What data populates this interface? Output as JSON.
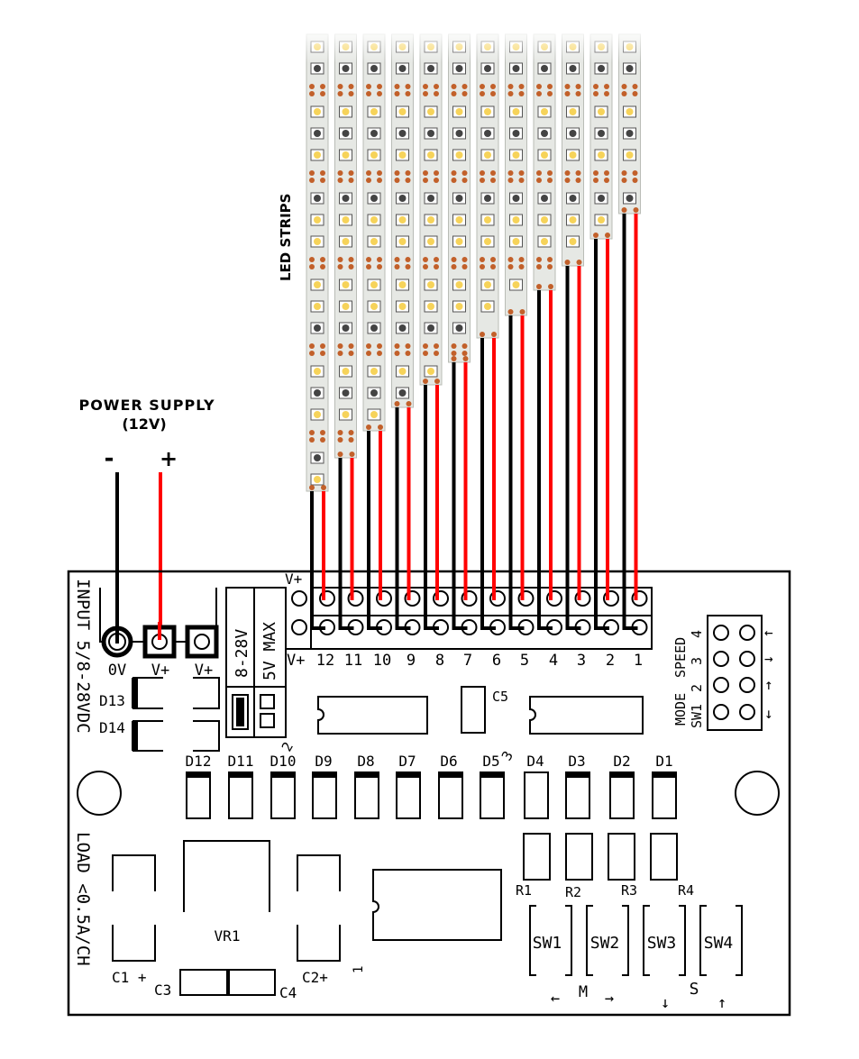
{
  "title_labels": {
    "led_strips": "LED STRIPS",
    "power_supply": "POWER SUPPLY",
    "power_supply_voltage": "(12V)",
    "negative": "-",
    "positive": "+"
  },
  "board": {
    "input_label": "INPUT 5/8-28VDC",
    "load_label": "LOAD <0.5A/CH",
    "power_terminals": [
      {
        "label": "0V",
        "type": "barrel"
      },
      {
        "label": "V+",
        "type": "square"
      },
      {
        "label": "V+",
        "type": "square"
      }
    ],
    "voltage_select": {
      "option_a": "8-28V",
      "option_b": "5V MAX",
      "selected": "8-28V"
    },
    "output_header": {
      "common_label": "V+",
      "common_label_bottom": "V+",
      "channels": [
        "12",
        "11",
        "10",
        "9",
        "8",
        "7",
        "6",
        "5",
        "4",
        "3",
        "2",
        "1"
      ]
    },
    "diodes_top": [
      "D13",
      "D14"
    ],
    "diodes": [
      "D12",
      "D11",
      "D10",
      "D9",
      "D8",
      "D7",
      "D6",
      "D5",
      "D4",
      "D3",
      "D2",
      "D1"
    ],
    "capacitors": {
      "c1": "C1 +",
      "c2": "C2+",
      "c3": "C3",
      "c4": "C4",
      "c5": "C5"
    },
    "regulator": "VR1",
    "resistors": [
      "R1",
      "R2",
      "R3",
      "R4"
    ],
    "switches": [
      "SW1",
      "SW2",
      "SW3",
      "SW4"
    ],
    "ic_pin_marks": {
      "mark2": "2",
      "mark3": "3",
      "mark1": "1"
    },
    "mode_speed_header": {
      "label_mode": "MODE",
      "label_speed": "SPEED",
      "label_sw1": "SW1",
      "rows": [
        "4",
        "3",
        "2"
      ],
      "arrows": [
        "←",
        "→",
        "↑",
        "↓"
      ]
    },
    "switch_legend": {
      "m_label": "M",
      "s_label": "S",
      "m_left": "←",
      "m_right": "→",
      "s_down": "↓",
      "s_up": "↑"
    }
  },
  "colors": {
    "wire_positive": "#ff0000",
    "wire_negative": "#000000",
    "strip_body": "#e6e8e4",
    "led_yellow": "#f6d35a",
    "resistor_orange": "#c2602a",
    "outline": "#000000"
  }
}
